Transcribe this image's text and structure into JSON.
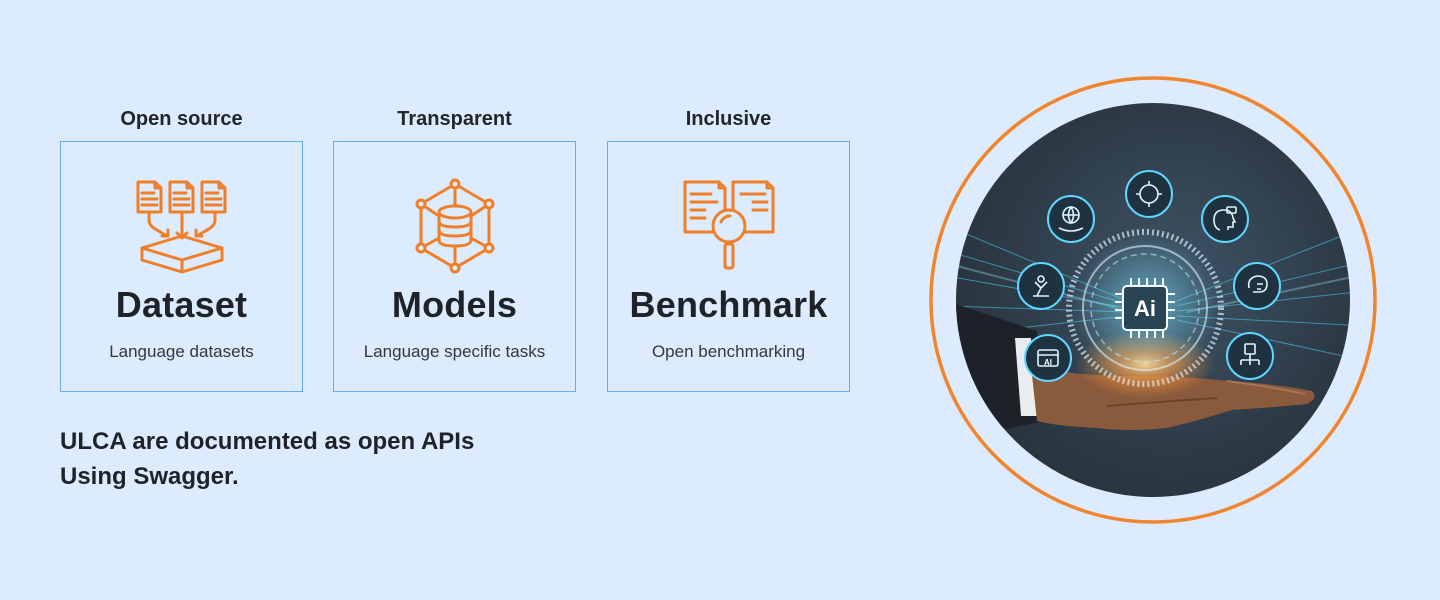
{
  "cards": [
    {
      "heading": "Open source",
      "title": "Dataset",
      "subtitle": "Language datasets",
      "icon": "dataset-icon"
    },
    {
      "heading": "Transparent",
      "title": "Models",
      "subtitle": "Language specific tasks",
      "icon": "models-icon"
    },
    {
      "heading": "Inclusive",
      "title": "Benchmark",
      "subtitle": "Open benchmarking",
      "icon": "benchmark-icon"
    }
  ],
  "note": "ULCA are documented  as open APIs\nUsing Swagger.",
  "hero": {
    "chip_text": "Ai",
    "badge_text": "AI"
  },
  "colors": {
    "background": "#dcebfd",
    "card_border": "#64aef0",
    "accent_orange": "#f07f2a",
    "ring_orange": "#f0852e",
    "hero_dark": "#2d3a47",
    "glow_cyan": "#4fd0ff"
  }
}
